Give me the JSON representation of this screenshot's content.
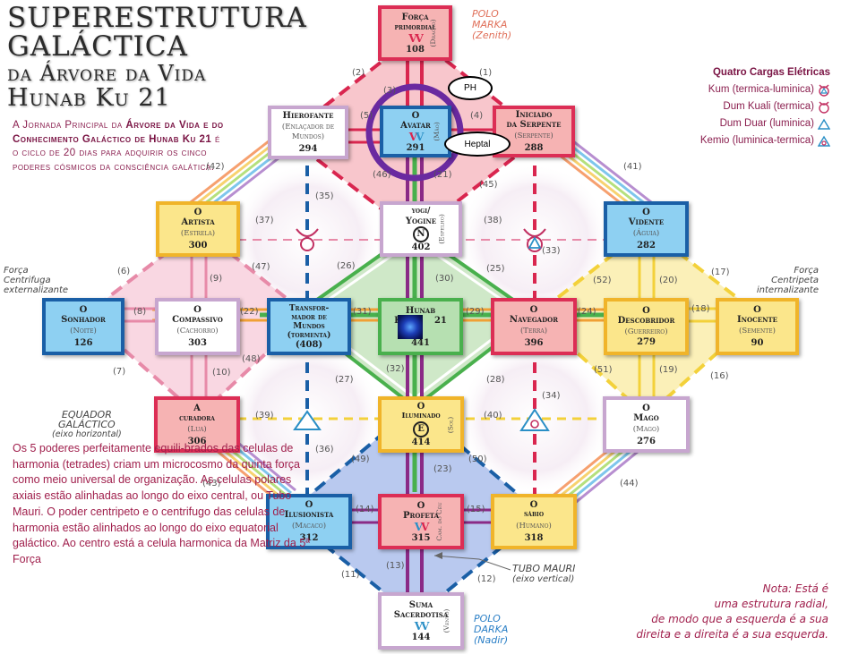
{
  "title": {
    "line1": "SUPERESTRUTURA",
    "line2": "GALÁCTICA",
    "line3": "da Árvore da Vida",
    "line4": "Hunab Ku 21"
  },
  "intro": {
    "part1": "A Jornada Principal da ",
    "bold": "Árvore da Vida e do Conhecimento Galáctico de Hunab Ku 21",
    "part2": " é o ciclo de 20 dias para adquirir os cinco poderes cósmicos da consciência galática."
  },
  "legend": {
    "heading": "Quatro Cargas Elétricas",
    "items": [
      {
        "label": "Kum (termica-luminica)",
        "icon": "kum-icon"
      },
      {
        "label": "Dum Kuali (termica)",
        "icon": "dum-kuali-icon"
      },
      {
        "label": "Dum Duar (luminica)",
        "icon": "dum-duar-icon"
      },
      {
        "label": "Kemio (luminica-termica)",
        "icon": "kemio-icon"
      }
    ]
  },
  "nodes": {
    "forca": {
      "name1": "Força",
      "name2": "primordial",
      "glyph": "VV",
      "num": "108",
      "side": "(Dragão)"
    },
    "hierofante": {
      "name1": "Hierofante",
      "sub": "(Enlaçador de Mundos)",
      "num": "294"
    },
    "avatar": {
      "name1": "O",
      "name2": "Avatar",
      "glyph": "VV",
      "num": "291",
      "side": "(Mão)"
    },
    "iniciado": {
      "name1": "Iniciado",
      "name2": "da Serpente",
      "sub": "(Serpente)",
      "num": "288"
    },
    "artista": {
      "name1": "O",
      "name2": "Artista",
      "sub": "(Estrela)",
      "num": "300"
    },
    "yogi": {
      "name1": "yogi/",
      "name2": "Yogine",
      "glyph": "N",
      "num": "402",
      "side": "(Espelho)"
    },
    "vidente": {
      "name1": "O",
      "name2": "Vidente",
      "sub": "(Águia)",
      "num": "282"
    },
    "sonhador": {
      "name1": "O",
      "name2": "Sonhador",
      "sub": "(Noite)",
      "num": "126"
    },
    "compassivo": {
      "name1": "O",
      "name2": "Compassivo",
      "sub": "(Cachorro)",
      "num": "303"
    },
    "transformador": {
      "name1": "Transfor-",
      "name2": "mador de",
      "name3": "Mundos",
      "name4": "(tormenta)",
      "num": "(408)"
    },
    "hunab": {
      "name1": "Hunab",
      "name2": "Ku",
      "name3": "21",
      "num": "441"
    },
    "navegador": {
      "name1": "O",
      "name2": "Navegador",
      "sub": "(Terra)",
      "num": "396"
    },
    "descobridor": {
      "name1": "O",
      "name2": "Descobridor",
      "sub": "(Guerreiro)",
      "num": "279"
    },
    "inocente": {
      "name1": "O",
      "name2": "Inocente",
      "sub": "(Semente)",
      "num": "90"
    },
    "curadora": {
      "name1": "A",
      "name2": "curadora",
      "sub": "(Lua)",
      "num": "306"
    },
    "iluminado": {
      "name1": "O",
      "name2": "Iluminado",
      "glyph": "E",
      "num": "414",
      "side": "(Sol)"
    },
    "mago": {
      "name1": "O",
      "name2": "Mago",
      "sub": "(Mago)",
      "num": "276"
    },
    "ilusionista": {
      "name1": "O",
      "name2": "Ilusionista",
      "sub": "(Macaco)",
      "num": "312"
    },
    "profeta": {
      "name1": "O",
      "name2": "Profeta",
      "glyph": "VV",
      "num": "315",
      "side": "Cam. do Céu"
    },
    "sabio": {
      "name1": "O",
      "name2": "sábio",
      "sub": "(Humano)",
      "num": "318"
    },
    "suma": {
      "name1": "Suma",
      "name2": "Sacerdotisa",
      "glyph": "VV",
      "num": "144",
      "side": "(Vento)"
    }
  },
  "path_labels": [
    "(1)",
    "(2)",
    "(3)",
    "(4)",
    "(5)",
    "(6)",
    "(7)",
    "(8)",
    "(9)",
    "(10)",
    "(11)",
    "(12)",
    "(13)",
    "(14)",
    "(15)",
    "(16)",
    "(17)",
    "(18)",
    "(19)",
    "(20)",
    "(21)",
    "(22)",
    "(23)",
    "(24)",
    "(25)",
    "(26)",
    "(27)",
    "(28)",
    "(29)",
    "(30)",
    "(31)",
    "(32)",
    "(33)",
    "(34)",
    "(35)",
    "(36)",
    "(37)",
    "(38)",
    "(39)",
    "(40)",
    "(41)",
    "(42)",
    "(43)",
    "(44)",
    "(45)",
    "(46)",
    "(47)",
    "(48)",
    "(49)",
    "(50)",
    "(51)",
    "(52)"
  ],
  "annotations": {
    "polo_marka": [
      "POLO",
      "MARKA",
      "(Zenith)"
    ],
    "polo_darka": [
      "POLO",
      "DARKA",
      "(Nadir)"
    ],
    "forca_centrifuga": [
      "Força",
      "Centrifuga",
      "externalizante"
    ],
    "forca_centripeta": [
      "Força",
      "Centripeta",
      "internalizante"
    ],
    "equador": [
      "EQUADOR",
      "GALÁCTICO",
      "(eixo horizontal)"
    ],
    "tubo_mauri": [
      "TUBO MAURI",
      "(eixo vertical)"
    ],
    "ph_label": "PH",
    "heptal_label": "Heptal"
  },
  "bottom_text": "Os 5 poderes perfeitamente equili-brados das celulas de harmonia (tetrades) criam um microcosmo da quinta força como meio universal de organização. As celulas polares axiais estão alinhadas ao longo do eixo central, ou Tubo Mauri. O poder centripeto e o centrifugo das celulas de harmonia estão alinhados ao longo do eixo equatorial galáctico. Ao centro está a celula harmonica da Matriz da 5ª Força",
  "note": [
    "Nota: Está é",
    "uma estrutura radial,",
    "de modo que a esquerda é a sua",
    "direita e a direita é a sua esquerda."
  ],
  "colors": {
    "text_magenta": "#a01f4c",
    "blue_border": "#1a5fa6",
    "pink_border": "#dc2e55",
    "yellow_border": "#f0b42a",
    "lilac_border": "#c7a6cf",
    "green_border": "#49b04d",
    "purple_ring": "#6a2aa0"
  }
}
